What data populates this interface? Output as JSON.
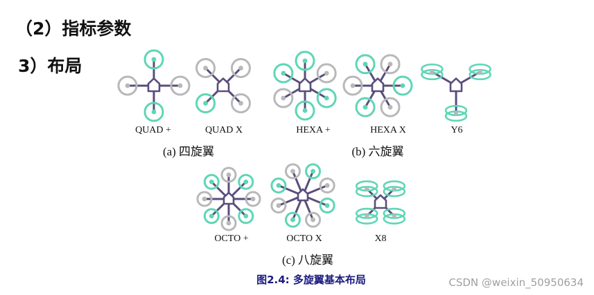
{
  "headings": {
    "section": "（2）指标参数",
    "layout": "3）布局"
  },
  "colors": {
    "teal": "#5ed6b5",
    "gray": "#b8b8b8",
    "frame": "#5a4d7c"
  },
  "configs": [
    {
      "label": "QUAD +",
      "mode": "single",
      "rotors": [
        [
          "teal",
          "w"
        ],
        [
          "gray",
          "w"
        ],
        [
          "teal",
          "w"
        ],
        [
          "gray",
          "w"
        ]
      ]
    },
    {
      "label": "QUAD X",
      "mode": "single",
      "rotors": [
        [
          "gray",
          "w"
        ],
        [
          "gray",
          "w"
        ],
        [
          "gray",
          "w"
        ],
        [
          "teal",
          "w"
        ]
      ]
    },
    {
      "label": "HEXA +",
      "mode": "single",
      "rotors": [
        [
          "teal",
          "w"
        ],
        [
          "gray",
          "w"
        ],
        [
          "teal",
          "w"
        ],
        [
          "teal",
          "w"
        ],
        [
          "gray",
          "w"
        ],
        [
          "teal",
          "w"
        ]
      ]
    },
    {
      "label": "HEXA X",
      "mode": "single",
      "rotors": [
        [
          "teal",
          "w"
        ],
        [
          "gray",
          "w"
        ],
        [
          "teal",
          "w"
        ],
        [
          "gray",
          "w"
        ],
        [
          "teal",
          "w"
        ],
        [
          "gray",
          "w"
        ]
      ]
    },
    {
      "label": "Y6",
      "mode": "coaxial",
      "rotors": [
        [
          "teal",
          "c"
        ],
        [
          "teal",
          "c"
        ],
        [
          "teal",
          "c"
        ]
      ]
    },
    {
      "label": "OCTO +",
      "mode": "single",
      "rotors": [
        [
          "gray",
          "w"
        ],
        [
          "teal",
          "w"
        ],
        [
          "gray",
          "w"
        ],
        [
          "teal",
          "w"
        ],
        [
          "gray",
          "w"
        ],
        [
          "teal",
          "w"
        ],
        [
          "gray",
          "w"
        ],
        [
          "teal",
          "w"
        ]
      ]
    },
    {
      "label": "OCTO X",
      "mode": "single",
      "rotors": [
        [
          "gray",
          "w"
        ],
        [
          "teal",
          "w"
        ],
        [
          "gray",
          "w"
        ],
        [
          "teal",
          "w"
        ],
        [
          "gray",
          "w"
        ],
        [
          "teal",
          "w"
        ],
        [
          "gray",
          "w"
        ],
        [
          "teal",
          "w"
        ]
      ]
    },
    {
      "label": "X8",
      "mode": "coaxial",
      "rotors": [
        [
          "teal",
          "c"
        ],
        [
          "teal",
          "c"
        ],
        [
          "teal",
          "c"
        ],
        [
          "teal",
          "c"
        ]
      ]
    }
  ],
  "captions": {
    "quad": "(a) 四旋翼",
    "hex": "(b) 六旋翼",
    "octo": "(c) 八旋翼"
  },
  "figure_title": "图2.4: 多旋翼基本布局",
  "watermark": "CSDN @weixin_50950634"
}
